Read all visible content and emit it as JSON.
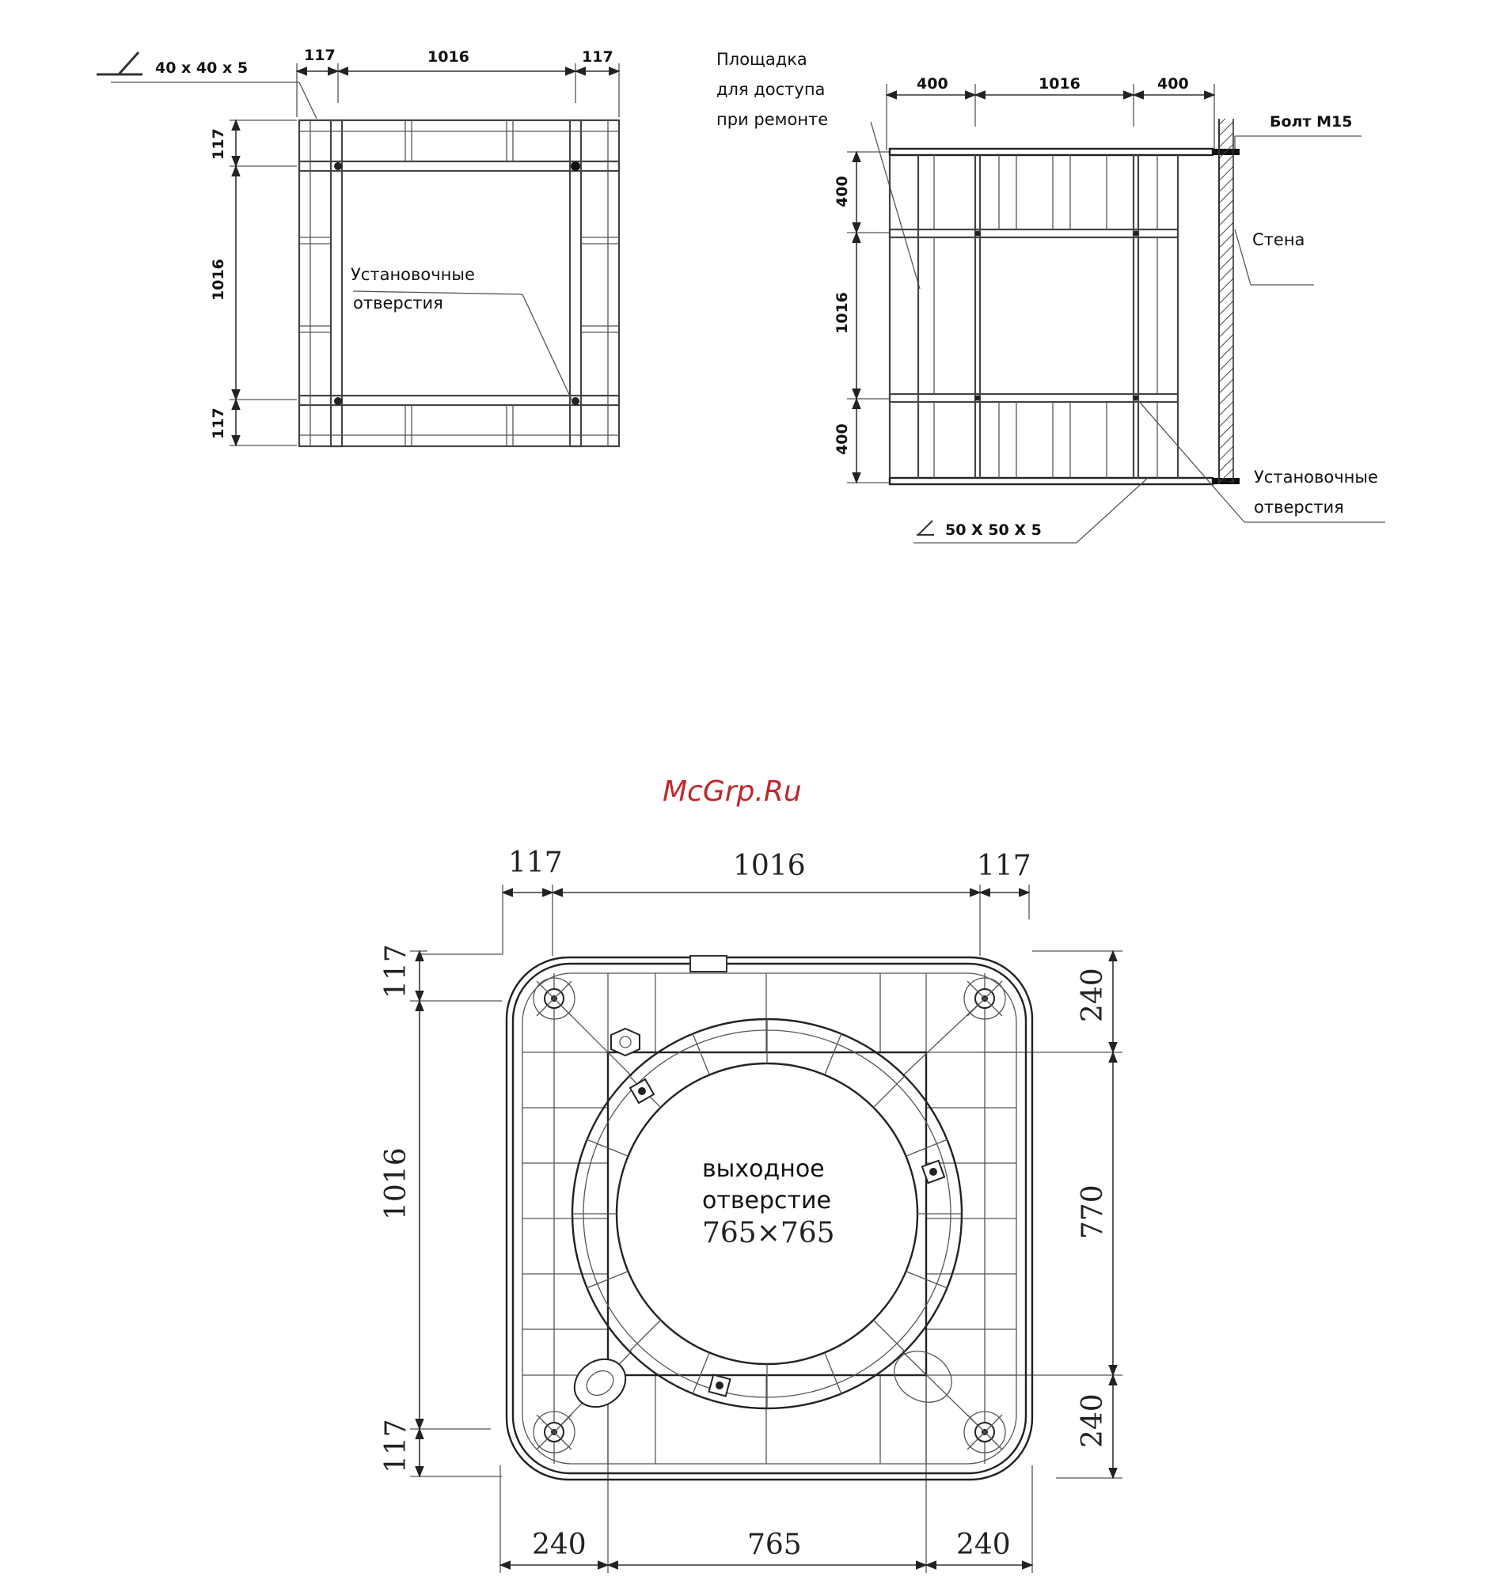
{
  "watermark": {
    "text": "McGrp.Ru",
    "color": "#c0282d"
  },
  "diagram1": {
    "angle_label": "40 x 40 x 5",
    "dim_top": [
      "117",
      "1016",
      "117"
    ],
    "dim_left": [
      "117",
      "1016",
      "117"
    ],
    "holes_label_line1": "Установочные",
    "holes_label_line2": "отверстия"
  },
  "diagram2": {
    "platform_label_line1": "Площадка",
    "platform_label_line2": "для доступа",
    "platform_label_line3": "при ремонте",
    "dim_top": [
      "400",
      "1016",
      "400"
    ],
    "dim_left": [
      "400",
      "1016",
      "400"
    ],
    "bolt_label": "Болт M15",
    "wall_label": "Стена",
    "holes_label_line1": "Установочные",
    "holes_label_line2": "отверстия",
    "angle_label": "50 X 50 X 5"
  },
  "diagram3": {
    "dim_top": [
      "117",
      "1016",
      "117"
    ],
    "dim_left": [
      "117",
      "1016",
      "117"
    ],
    "dim_right": [
      "240",
      "770",
      "240"
    ],
    "dim_bottom": [
      "240",
      "765",
      "240"
    ],
    "outlet_label_line1": "выходное",
    "outlet_label_line2": "отверстие",
    "outlet_size": "765×765"
  }
}
